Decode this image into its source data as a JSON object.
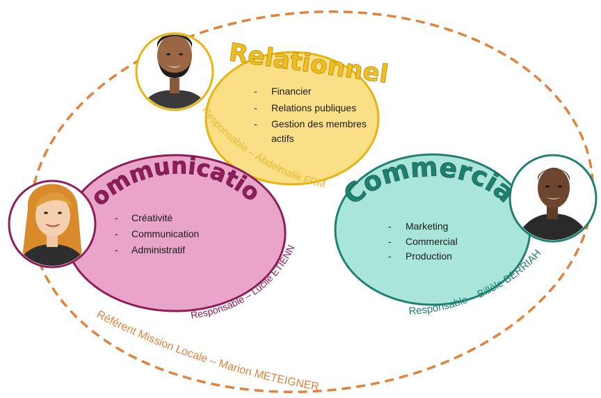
{
  "teams": {
    "relationnel": {
      "title": "Relationnel",
      "items": [
        "Financier",
        "Relations publiques",
        "Gestion des membres",
        "actifs"
      ],
      "responsable": "Responsable – Abdelmalik FRM",
      "fill": "#fbdf87",
      "stroke": "#e7b30c",
      "title_color": "#efbf20",
      "label_color": "#e6b92e"
    },
    "communication": {
      "title": "Communication",
      "items": [
        "Créativité",
        "Communication",
        "Administratif"
      ],
      "responsable": "Responsable – Lucile ETIENNE",
      "fill": "#e8a4c9",
      "stroke": "#8e1d5a",
      "title_color": "#8e1d5a",
      "label_color": "#8e1d5a"
    },
    "commercial": {
      "title": "Commercial",
      "items": [
        "Marketing",
        "Commercial",
        "Production"
      ],
      "responsable": "Responsable – Billèle BERRIAH",
      "fill": "#a9e6d9",
      "stroke": "#1f7f70",
      "title_color": "#1f7f70",
      "label_color": "#1f7f70"
    }
  },
  "referent": {
    "text": "Référent Mission Locale – Marion METEIGNER",
    "color": "#e0823c"
  },
  "bullet": "-"
}
